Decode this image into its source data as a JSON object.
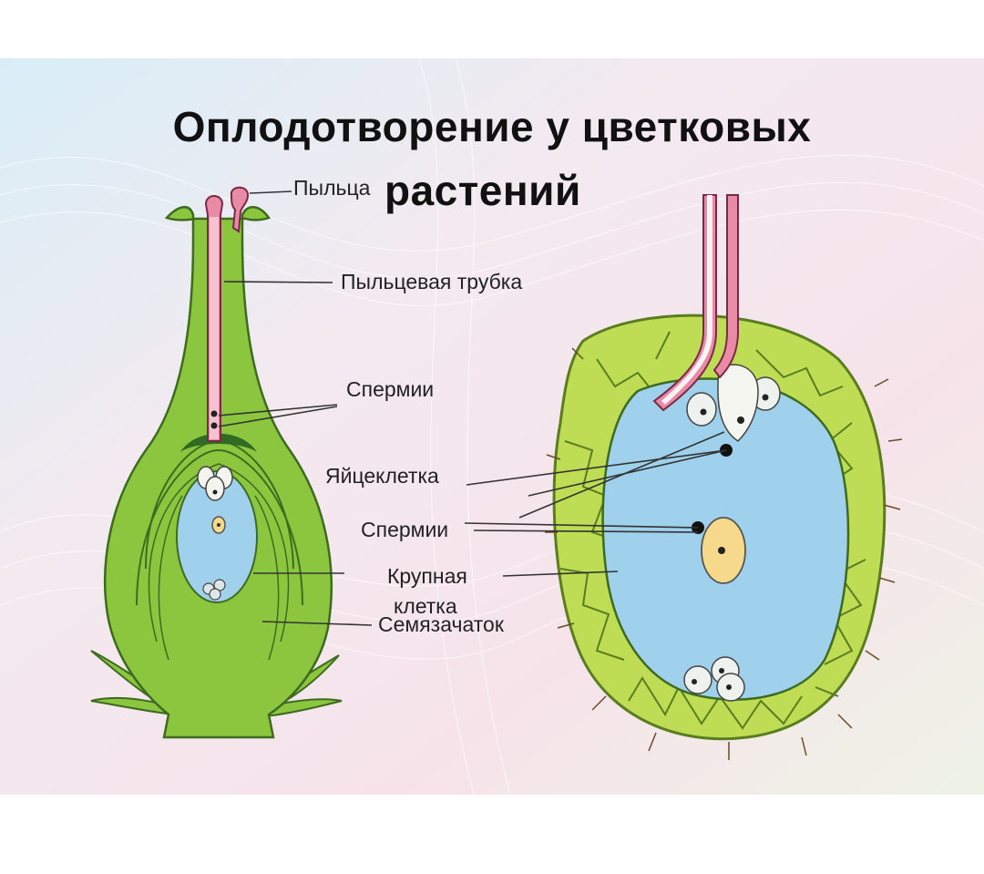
{
  "title": {
    "line1": "Оплодотворение у цветковых",
    "line2": "растений"
  },
  "labels": {
    "pollen": "Пыльца",
    "pollen_tube": "Пыльцевая трубка",
    "sperm_left": "Спермии",
    "egg_cell": "Яйцеклетка",
    "sperm_right": "Спермии",
    "large_cell_1": "Крупная",
    "large_cell_2": "клетка",
    "ovule": "Семязачаток"
  },
  "colors": {
    "pistil_green": "#8cc63f",
    "pistil_outline": "#3d6b1f",
    "embryo_sac_blue": "#9fd0ec",
    "pollen_tube_pink": "#e98aa6",
    "cell_wall_green": "#bfdc55",
    "central_cell": "#f6d98a"
  }
}
